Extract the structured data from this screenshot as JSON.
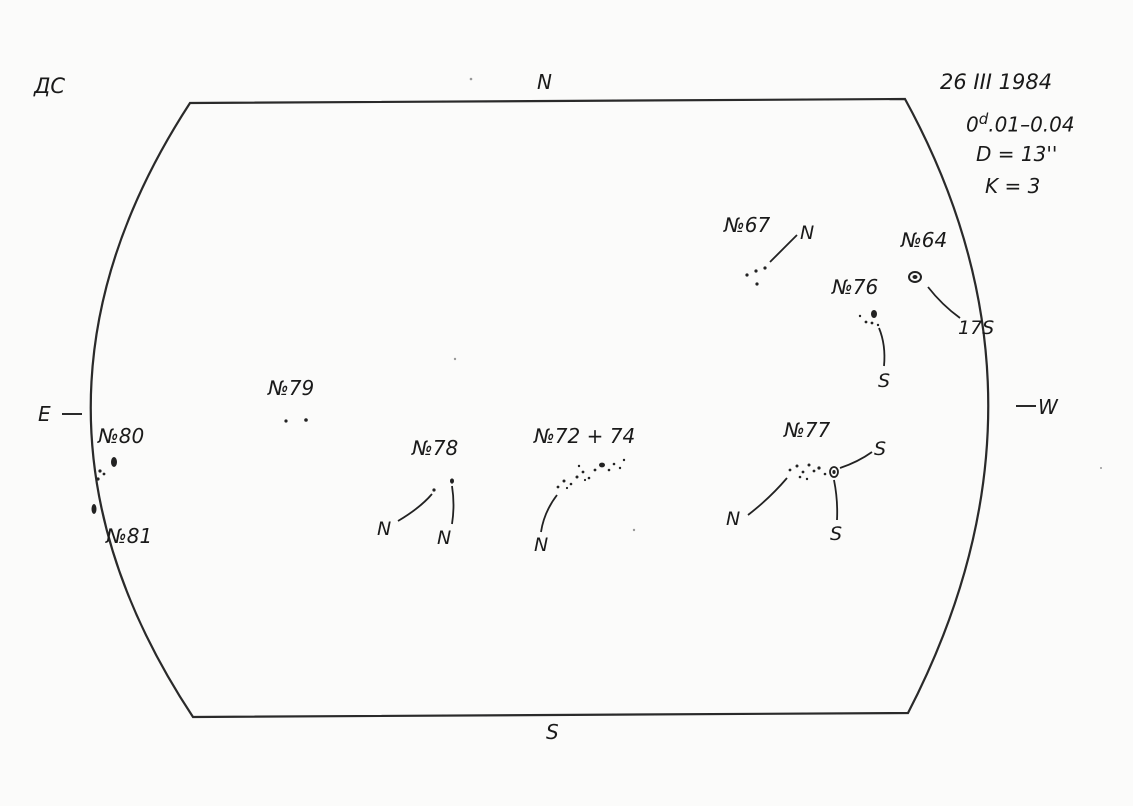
{
  "header": {
    "observer": "ДС",
    "date": "26 III 1984",
    "time_prefix": "0",
    "time_sup": "d",
    "time_rest": ".01–0.04",
    "diameter": "D = 13''",
    "k": "K = 3"
  },
  "compass": {
    "north": "N",
    "south": "S",
    "east": "E",
    "west": "W"
  },
  "groups": {
    "g67": "№67",
    "g64": "№64",
    "g76": "№76",
    "g79": "№79",
    "g80": "№80",
    "g81": "№81",
    "g78": "№78",
    "g72_74": "№72 + 74",
    "g77": "№77"
  },
  "polarities": {
    "g67_n": "N",
    "g64_s": "17S",
    "g76_s": "S",
    "g78_n1": "N",
    "g78_n2": "N",
    "g72_n": "N",
    "g77_n": "N",
    "g77_s1": "S",
    "g77_s2": "S"
  }
}
